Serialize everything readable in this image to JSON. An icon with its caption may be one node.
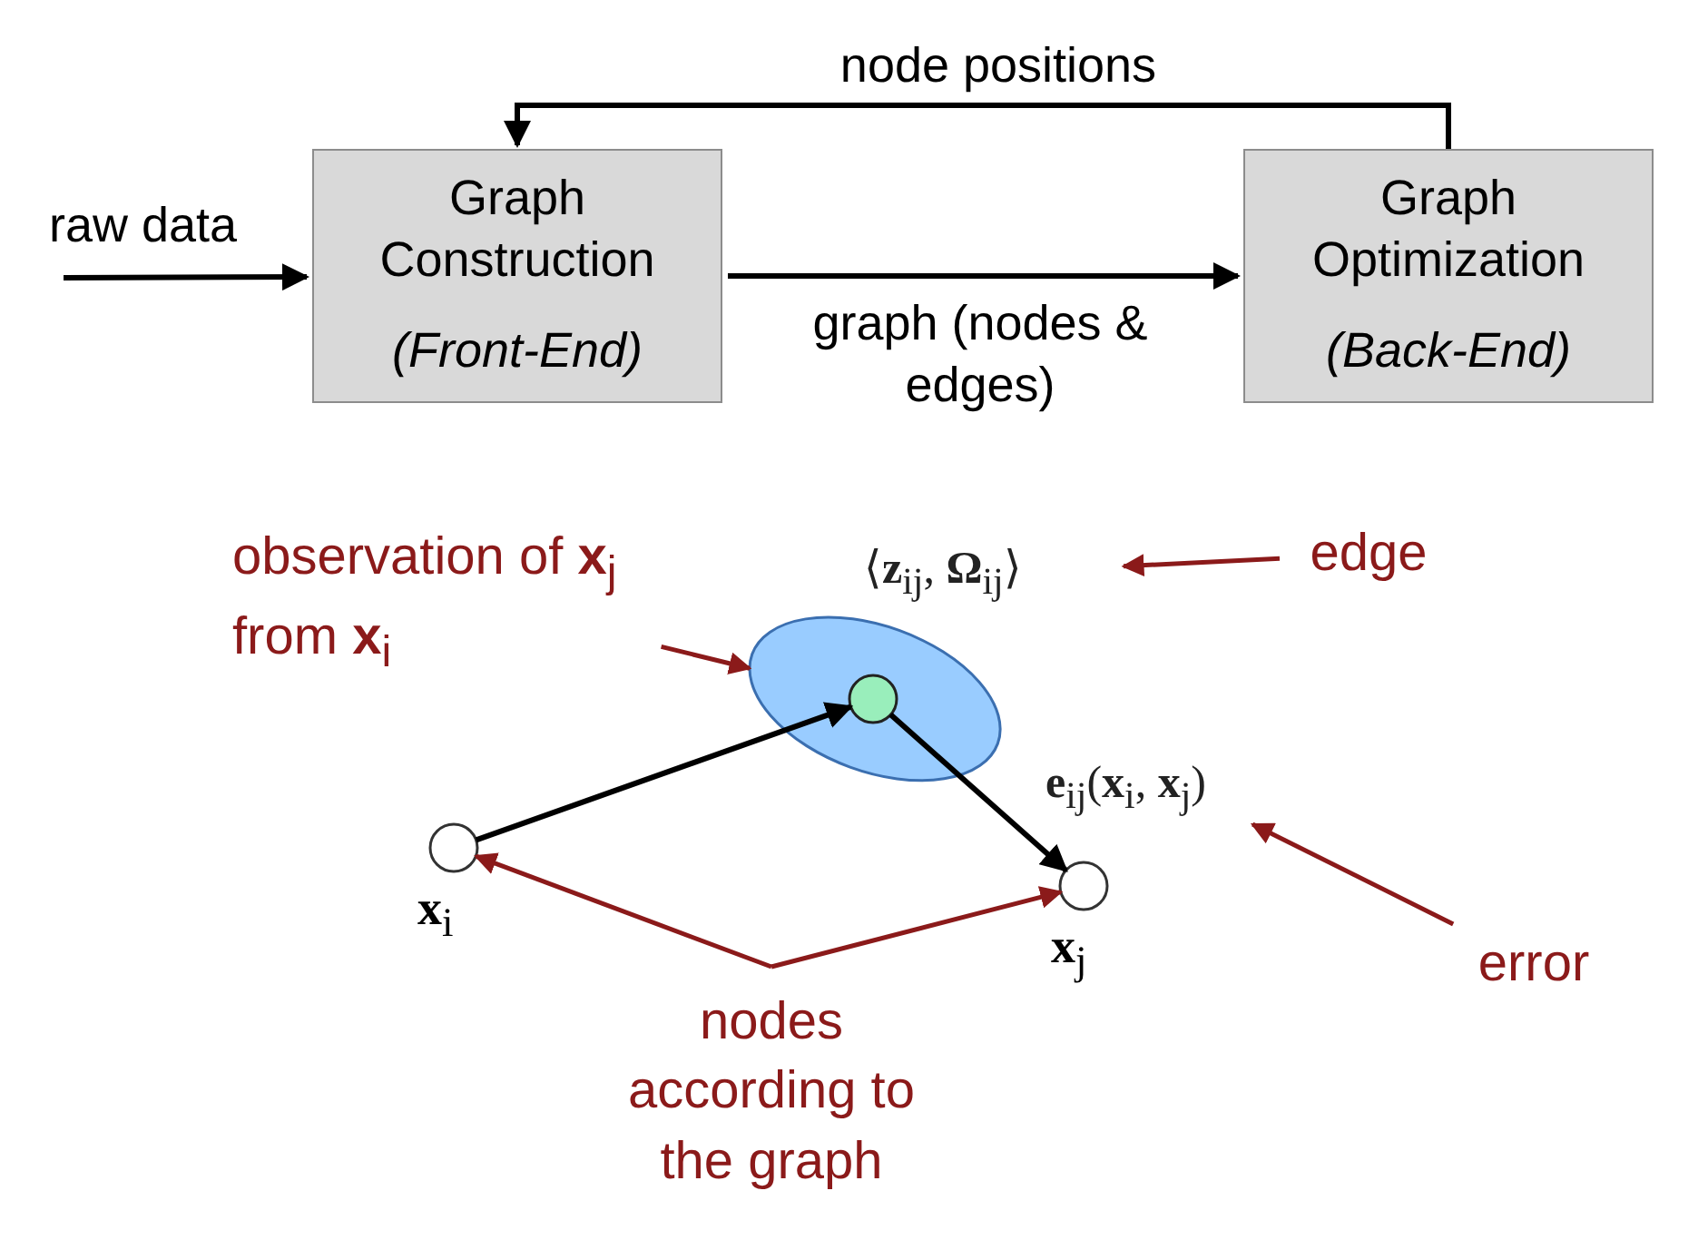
{
  "diagram": {
    "nodes": [
      {
        "text": [
          "Graph Construction",
          "(Front-End)"
        ]
      },
      {
        "text": [
          "Graph Optimization",
          "(Back-End)"
        ]
      },
      {
        "text": [],
        "shape": "ellipse"
      },
      {
        "text": [],
        "shape": "circle",
        "in": 2
      },
      {
        "text": [],
        "shape": "circle",
        "beside": [
          "**x**$_{i}$"
        ]
      },
      {
        "text": [],
        "shape": "circle",
        "beside": [
          "**x**$_{j}$"
        ]
      },
      {
        "text": [
          "observation of **x**$_{j}$ from **x**$_{i}$"
        ]
      },
      {
        "text": [
          "⟨**z**$_{ij}$, **Ω**$_{ij}$⟩"
        ]
      },
      {
        "text": [
          "edge"
        ]
      },
      {
        "text": [
          "**e**$_{ij}$(**x**$_{i}$, **x**$_{j}$)"
        ]
      },
      {
        "text": [
          "error"
        ]
      },
      {
        "text": [
          "nodes according to the graph"
        ]
      }
    ],
    "edges": [
      {
        "from": null,
        "to": 0,
        "arrow": "to",
        "label": "raw data"
      },
      {
        "from": 0,
        "to": 1,
        "arrow": "to",
        "label": "graph (nodes & edges)"
      },
      {
        "from": 1,
        "to": 0,
        "arrow": "to",
        "label": "node positions"
      },
      {
        "from": 4,
        "to": 3,
        "arrow": "to"
      },
      {
        "from": 3,
        "to": 5,
        "arrow": "to"
      },
      {
        "from": 6,
        "to": 2,
        "arrow": "to",
        "color": "#8b1a1a"
      },
      {
        "from": 8,
        "to": 7,
        "arrow": "to",
        "color": "#8b1a1a"
      },
      {
        "from": 10,
        "to": 9,
        "arrow": "to",
        "color": "#8b1a1a"
      },
      {
        "from": 11,
        "to": 4,
        "arrow": "to",
        "color": "#8b1a1a"
      },
      {
        "from": 11,
        "to": 5,
        "arrow": "to",
        "color": "#8b1a1a"
      }
    ]
  }
}
